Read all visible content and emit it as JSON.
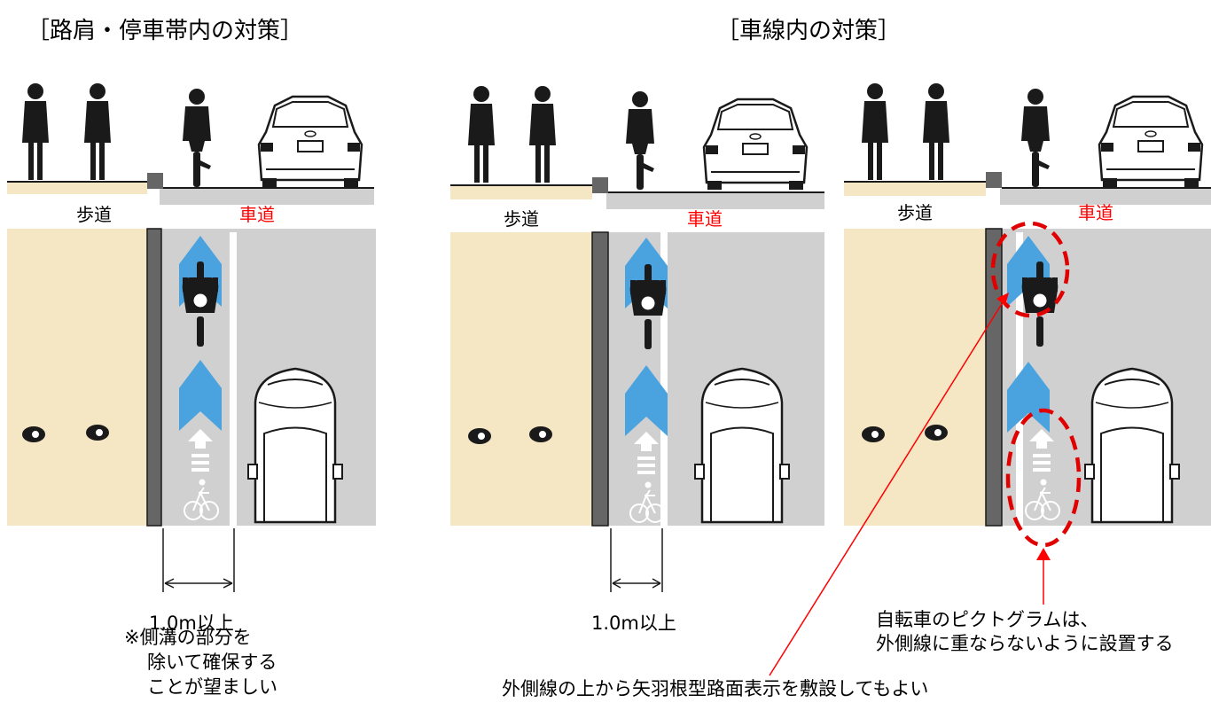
{
  "headings": {
    "left": "［路肩・停車帯内の対策］",
    "right": "［車線内の対策］"
  },
  "panels": [
    {
      "sidewalk": "歩道",
      "roadway": "車道"
    },
    {
      "sidewalk": "歩道",
      "roadway": "車道"
    },
    {
      "sidewalk": "歩道",
      "roadway": "車道"
    }
  ],
  "width_labels": [
    "1.0m以上",
    "1.0m以上"
  ],
  "note": {
    "line1": "※側溝の部分を",
    "line2": "除いて確保する",
    "line3": "ことが望ましい"
  },
  "annotation_pictogram": {
    "line1": "自転車のピクトグラムは、",
    "line2": "外側線に重ならないように設置する"
  },
  "annotation_arrow_marking": "外側線の上から矢羽根型路面表示を敷設してもよい",
  "colors": {
    "sidewalk": "#f5e6c4",
    "road": "#d0d0d0",
    "curb": "#666666",
    "arrow": "#4aa3df",
    "highlight": "#e00000"
  }
}
